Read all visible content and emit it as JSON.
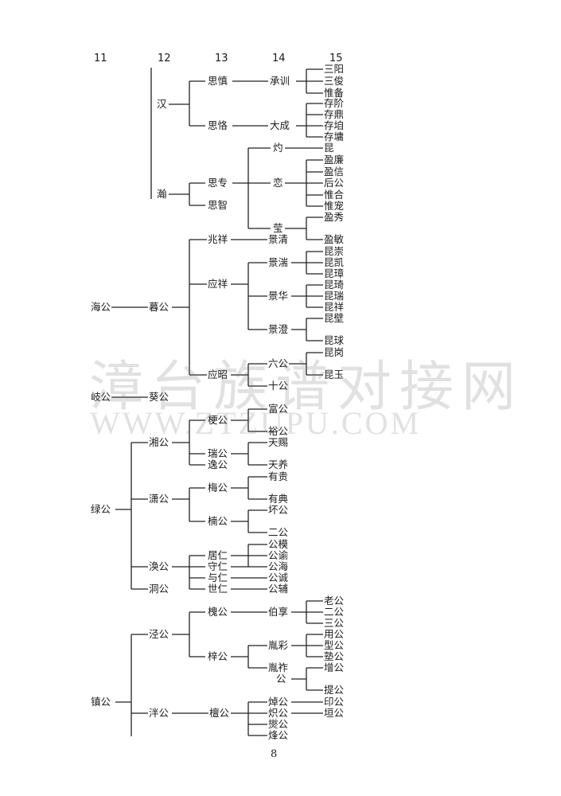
{
  "generations": [
    "11",
    "12",
    "13",
    "14",
    "15"
  ],
  "watermark": {
    "line1": "漳台族谱对接网",
    "line2": "WWW.ZTZUPU.COM"
  },
  "page_number": "8",
  "names": {
    "sanyang": "三阳",
    "sanjun": "三俊",
    "weibei": "惟备",
    "sishen": "思慎",
    "chengxun": "承训",
    "han": "汉",
    "cunjie": "存阶",
    "cunding": "存鼎",
    "cunzhi": "存垍",
    "cunyong": "存墉",
    "sike": "思恪",
    "dacheng": "大成",
    "zhuo": "灼",
    "kun": "昆",
    "yingkang": "盈廉",
    "yingxin": "盈信",
    "lian": "恋",
    "sizhuan": "思专",
    "hougong": "后公",
    "weihe": "惟合",
    "weichong": "惟宠",
    "han2": "瀚",
    "sizhi": "思智",
    "ying": "莹",
    "yingxiu": "盈秀",
    "yingmin": "盈敏",
    "zhaoxiang": "兆祥",
    "jingqing": "景清",
    "kunchong": "昆崇",
    "jingchuan": "景湍",
    "kunkai": "昆凯",
    "kunzhang": "昆璋",
    "yingxiang": "应祥",
    "kunqi": "昆琦",
    "jinghua": "景华",
    "kunrui": "昆瑞",
    "haigong": "海公",
    "mugong": "暮公",
    "kunxiang": "昆祥",
    "kunbi": "昆壁",
    "jingcheng": "景澄",
    "kunqiu": "昆球",
    "kungang": "昆岗",
    "liugong": "六公",
    "yingzhao": "应昭",
    "kunyu": "昆玉",
    "shigong": "十公",
    "qigong": "岐公",
    "kuigong": "葵公",
    "fugong": "富公",
    "genggong": "梗公",
    "yugong": "裕公",
    "tianci": "天赐",
    "ruigong": "瑞公",
    "yigong": "逸公",
    "xianggong": "湘公",
    "tianyang": "天养",
    "yougui": "有贵",
    "meigong": "梅公",
    "xiaogong": "潇公",
    "lvgong": "绿公",
    "youdian": "有典",
    "huaigong": "坏公",
    "nangong": "楠公",
    "ergong": "二公",
    "gongmo": "公模",
    "juren": "居仁",
    "gongyu": "公谕",
    "shouren": "守仁",
    "huangong": "涣公",
    "gonghai": "公海",
    "yuren": "与仁",
    "gongcheng": "公诚",
    "dongGong": "洞公",
    "shiren": "世仁",
    "gongfu": "公辅",
    "laogong": "老公",
    "erGong2": "二公",
    "kuigong2": "槐公",
    "boxiang": "伯享",
    "sangong": "三公",
    "jinggong": "泾公",
    "yonggong": "用公",
    "xinggong": "型公",
    "shugong": "塾公",
    "yanbin": "胤彩",
    "zigong": "梓公",
    "zenggong": "增公",
    "yanzuo": "胤祚",
    "gong": "公",
    "zhengong": "镇公",
    "tigong": "提公",
    "zhuogong": "焯公",
    "yingong": "印公",
    "pangong": "泮公",
    "tangong": "檀公",
    "zhigong": "炽公",
    "yuangong": "垣公",
    "xiegong": "爕公",
    "fenggong": "烽公"
  }
}
